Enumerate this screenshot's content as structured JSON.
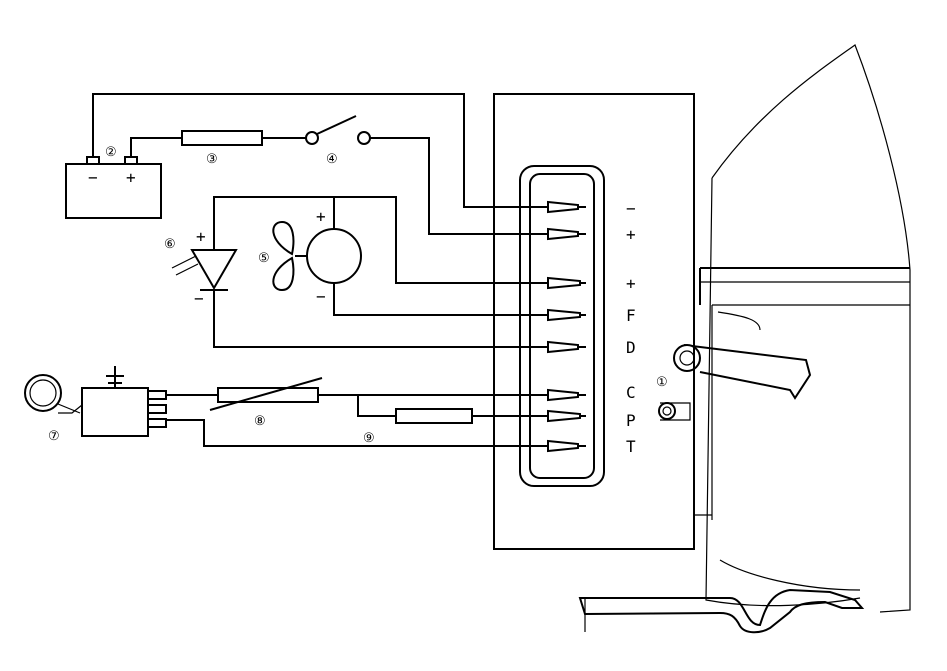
{
  "components": {
    "c1": {
      "number": "①"
    },
    "c2": {
      "number": "②",
      "minus": "−",
      "plus": "+"
    },
    "c3": {
      "number": "③"
    },
    "c4": {
      "number": "④"
    },
    "c5": {
      "number": "⑤",
      "plus": "+",
      "minus": "−"
    },
    "c6": {
      "number": "⑥",
      "plus": "+",
      "minus": "−"
    },
    "c7": {
      "number": "⑦"
    },
    "c8": {
      "number": "⑧"
    },
    "c9": {
      "number": "⑨"
    }
  },
  "terminal_labels": [
    "−",
    "+",
    "+",
    "F",
    "D",
    "C",
    "P",
    "T"
  ]
}
